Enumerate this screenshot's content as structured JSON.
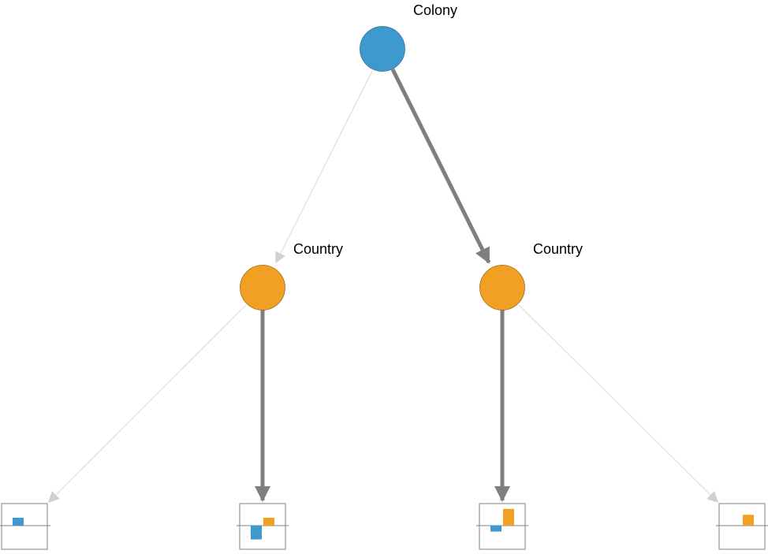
{
  "colors": {
    "node_blue": "#3d99ce",
    "node_orange": "#f2a023",
    "edge_strong": "#7f7f7f",
    "edge_weak": "#d9d9d9",
    "leaf_border": "#7f7f7f",
    "baseline": "#808080"
  },
  "nodes": {
    "root": {
      "label": "Colony",
      "color": "blue"
    },
    "left": {
      "label": "Country",
      "color": "orange"
    },
    "right": {
      "label": "Country",
      "color": "orange"
    }
  },
  "edges": [
    {
      "from": "root",
      "to": "left",
      "strength": "weak"
    },
    {
      "from": "root",
      "to": "right",
      "strength": "strong"
    },
    {
      "from": "left",
      "to": "leaf1",
      "strength": "weak"
    },
    {
      "from": "left",
      "to": "leaf2",
      "strength": "strong"
    },
    {
      "from": "right",
      "to": "leaf3",
      "strength": "strong"
    },
    {
      "from": "right",
      "to": "leaf4",
      "strength": "weak"
    }
  ],
  "leaves": [
    {
      "id": "leaf1",
      "bars": [
        {
          "color": "blue",
          "value": 0.4
        },
        {
          "color": "orange",
          "value": 0
        }
      ]
    },
    {
      "id": "leaf2",
      "bars": [
        {
          "color": "blue",
          "value": -0.7
        },
        {
          "color": "orange",
          "value": 0.4
        }
      ]
    },
    {
      "id": "leaf3",
      "bars": [
        {
          "color": "blue",
          "value": -0.3
        },
        {
          "color": "orange",
          "value": 0.85
        }
      ]
    },
    {
      "id": "leaf4",
      "bars": [
        {
          "color": "blue",
          "value": 0
        },
        {
          "color": "orange",
          "value": 0.55
        }
      ]
    }
  ]
}
